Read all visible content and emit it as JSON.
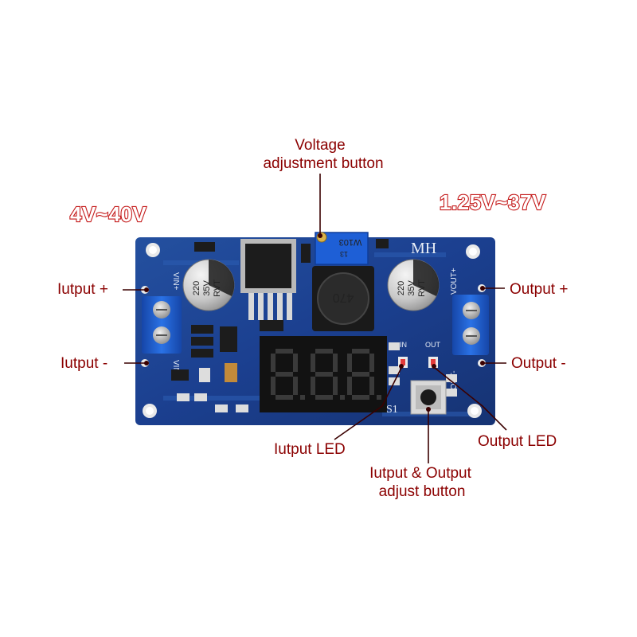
{
  "range_labels": {
    "input": "4V~40V",
    "output": "1.25V~37V"
  },
  "callouts": {
    "voltage_adjust_line1": "Voltage",
    "voltage_adjust_line2": "adjustment button",
    "input_plus": "Iutput +",
    "input_minus": "Iutput -",
    "output_plus": "Output +",
    "output_minus": "Output -",
    "input_led": "Iutput LED",
    "output_led": "Output LED",
    "io_adjust_line1": "Iutput & Output",
    "io_adjust_line2": "adjust button"
  },
  "board_markings": {
    "brand": "MH",
    "pot_code": "W103",
    "pot_sub": "13",
    "inductor": "470",
    "cap_value": "220",
    "cap_voltage": "35V",
    "cap_series": "RVT",
    "vin_plus": "VIN+",
    "vin_minus": "VIN-",
    "vout_plus": "VOUT+",
    "vout_minus": "VOUT-",
    "led_in": "IN",
    "led_out": "OUT",
    "switch": "S1"
  },
  "colors": {
    "pcb": "#1b3f8f",
    "terminal": "#1f5fd0",
    "callout_text": "#8b0000",
    "range_outline": "#c41a1a"
  }
}
